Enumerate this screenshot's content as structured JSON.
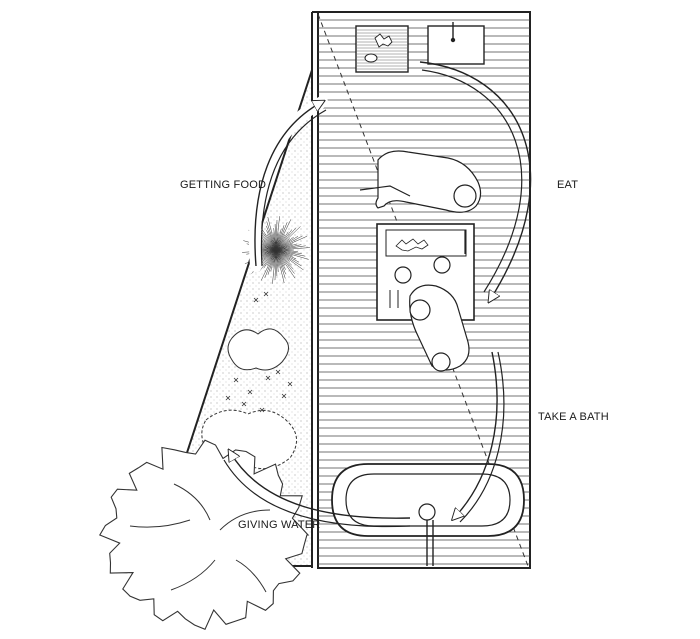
{
  "labels": {
    "getting_food": "GETTING FOOD",
    "eat": "EAT",
    "take_a_bath": "TAKE A BATH",
    "giving_water": "GIVING WATER"
  },
  "colors": {
    "ink": "#222222",
    "paper": "#ffffff"
  },
  "icons": {
    "cycle_arrows": "curved-arrow-icon",
    "tree": "tree-icon",
    "bathtub": "bathtub-icon",
    "table": "table-icon"
  }
}
